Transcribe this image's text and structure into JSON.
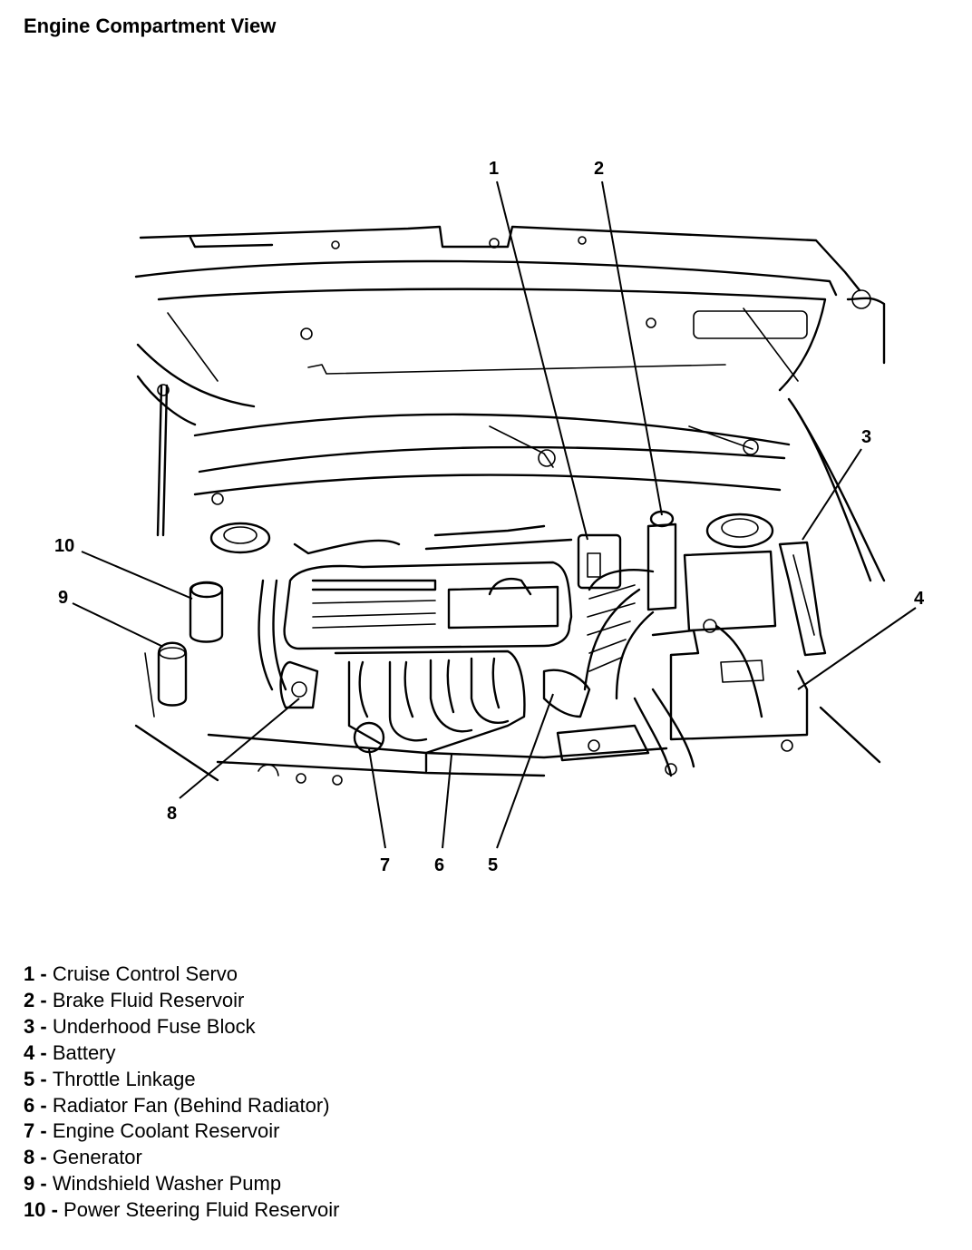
{
  "title": "Engine Compartment View",
  "callouts": [
    "1",
    "2",
    "3",
    "4",
    "5",
    "6",
    "7",
    "8",
    "9",
    "10"
  ],
  "legend": [
    {
      "num": "1",
      "sep": " - ",
      "label": "Cruise Control Servo"
    },
    {
      "num": "2",
      "sep": " - ",
      "label": "Brake Fluid Reservoir"
    },
    {
      "num": "3",
      "sep": " - ",
      "label": "Underhood Fuse Block"
    },
    {
      "num": "4",
      "sep": " - ",
      "label": "Battery"
    },
    {
      "num": "5",
      "sep": " - ",
      "label": "Throttle Linkage"
    },
    {
      "num": "6",
      "sep": " - ",
      "label": "Radiator Fan (Behind Radiator)"
    },
    {
      "num": "7",
      "sep": " - ",
      "label": "Engine Coolant Reservoir"
    },
    {
      "num": "8",
      "sep": " - ",
      "label": "Generator"
    },
    {
      "num": "9",
      "sep": " - ",
      "label": "Windshield Washer Pump"
    },
    {
      "num": "10",
      "sep": " - ",
      "label": "Power Steering Fluid Reservoir"
    }
  ]
}
